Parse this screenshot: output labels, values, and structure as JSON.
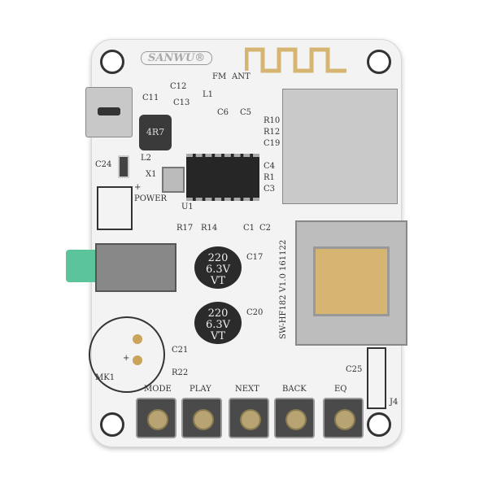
{
  "brand": "SANWU®",
  "labels": {
    "ant": "ANT",
    "fm": "FM",
    "c11": "C11",
    "c12": "C12",
    "c13": "C13",
    "l1": "L1",
    "c6": "C6",
    "c5": "C5",
    "inductor": "4R7",
    "l2": "L2",
    "x1": "X1",
    "c24": "C24",
    "power": "POWER",
    "plus": "+",
    "u1": "U1",
    "r10": "R10",
    "r12": "R12",
    "c19": "C19",
    "c4": "C4",
    "r1": "R1",
    "c3": "C3",
    "r17": "R17",
    "r14": "R14",
    "c1": "C1",
    "c2": "C2",
    "c17": "C17",
    "c20": "C20",
    "board_id": "SW-HF182 V1.0 161122",
    "mk1": "MK1",
    "mic_plus": "+",
    "c21": "C21",
    "r22": "R22",
    "c25": "C25",
    "j4": "J4"
  },
  "capacitor_marking": [
    "220",
    "6.3V",
    "VT"
  ],
  "buttons": [
    {
      "label": "MODE"
    },
    {
      "label": "PLAY"
    },
    {
      "label": "NEXT"
    },
    {
      "label": "BACK"
    },
    {
      "label": "EQ"
    }
  ],
  "colors": {
    "board": "#f2f3f2",
    "jack": "#5cc49a",
    "metal": "#c8c8c8",
    "gold": "#c9a45a"
  }
}
